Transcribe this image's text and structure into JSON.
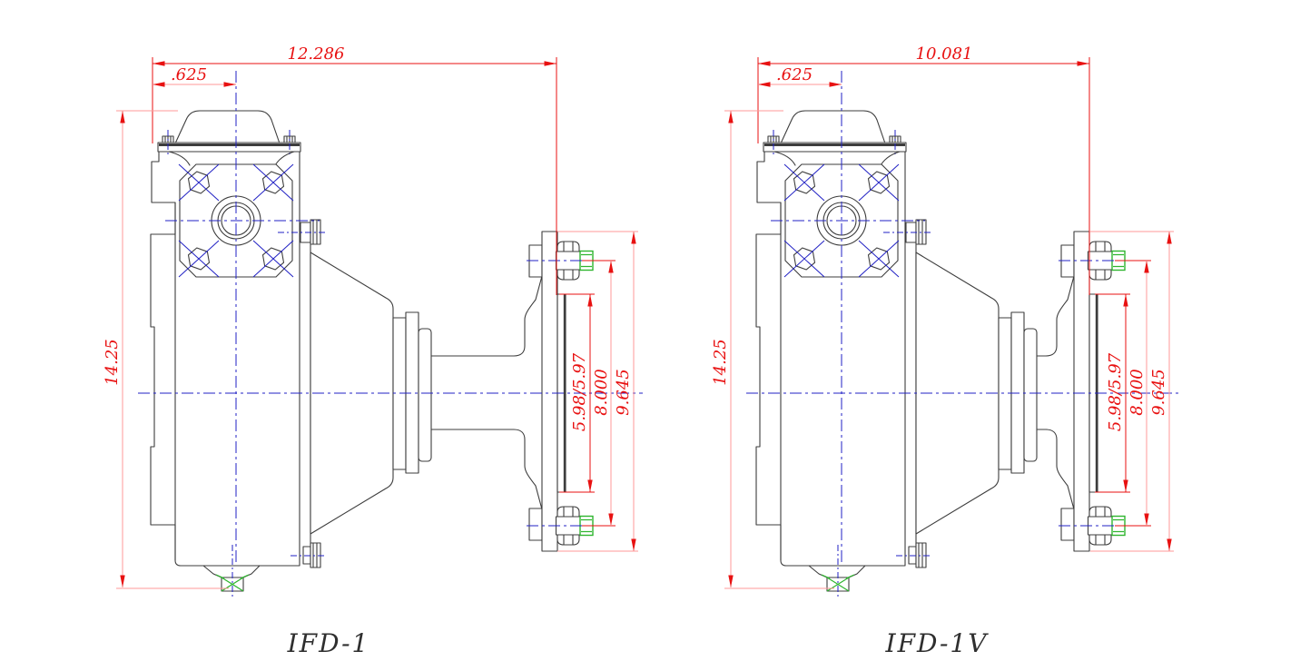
{
  "page": {
    "background": "#ffffff"
  },
  "colors": {
    "dimension_red": "#e81111",
    "dimension_light": "#ff9a9a",
    "centerline_blue": "#2121c4",
    "stud_green": "#2fb52f",
    "outline_ink": "#3d3d3d",
    "label_ink": "#2f2f2f"
  },
  "drawings": [
    {
      "part_label": "IFD-1",
      "dimensions": {
        "overall_length": "12.286",
        "input_offset": ".625",
        "overall_height": "14.25",
        "pilot_diameter": "5.98/5.97",
        "bolt_circle_diameter": "8.000",
        "flange_diameter": "9.645"
      }
    },
    {
      "part_label": "IFD-1V",
      "dimensions": {
        "overall_length": "10.081",
        "input_offset": ".625",
        "overall_height": "14.25",
        "pilot_diameter": "5.98/5.97",
        "bolt_circle_diameter": "8.000",
        "flange_diameter": "9.645"
      }
    }
  ]
}
